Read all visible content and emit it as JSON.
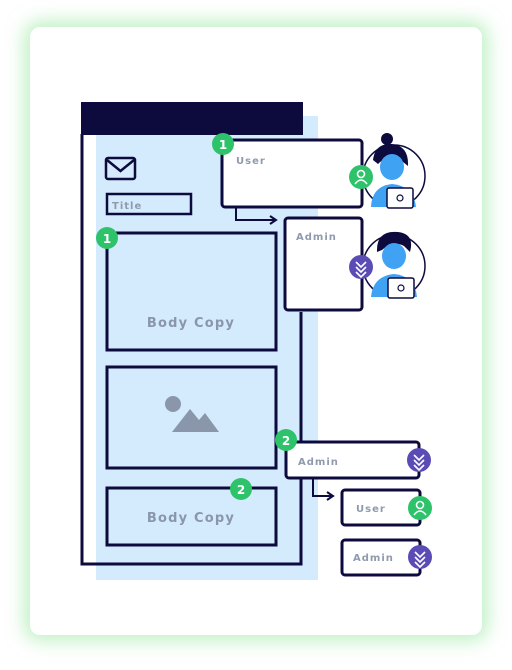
{
  "wireframe": {
    "title_label": "Title",
    "body_copy_1": "Body Copy",
    "body_copy_2": "Body Copy"
  },
  "roles": {
    "user_top": "User",
    "admin_top": "Admin",
    "admin_mid": "Admin",
    "user_bottom": "User",
    "admin_bottom": "Admin"
  },
  "markers": {
    "m1a": "1",
    "m1b": "1",
    "m2a": "2",
    "m2b": "2"
  },
  "colors": {
    "navy": "#0d0a3d",
    "light_blue": "#d4eafd",
    "green": "#2ec36b",
    "purple": "#5b4bb5",
    "glow": "#8ee89a"
  }
}
